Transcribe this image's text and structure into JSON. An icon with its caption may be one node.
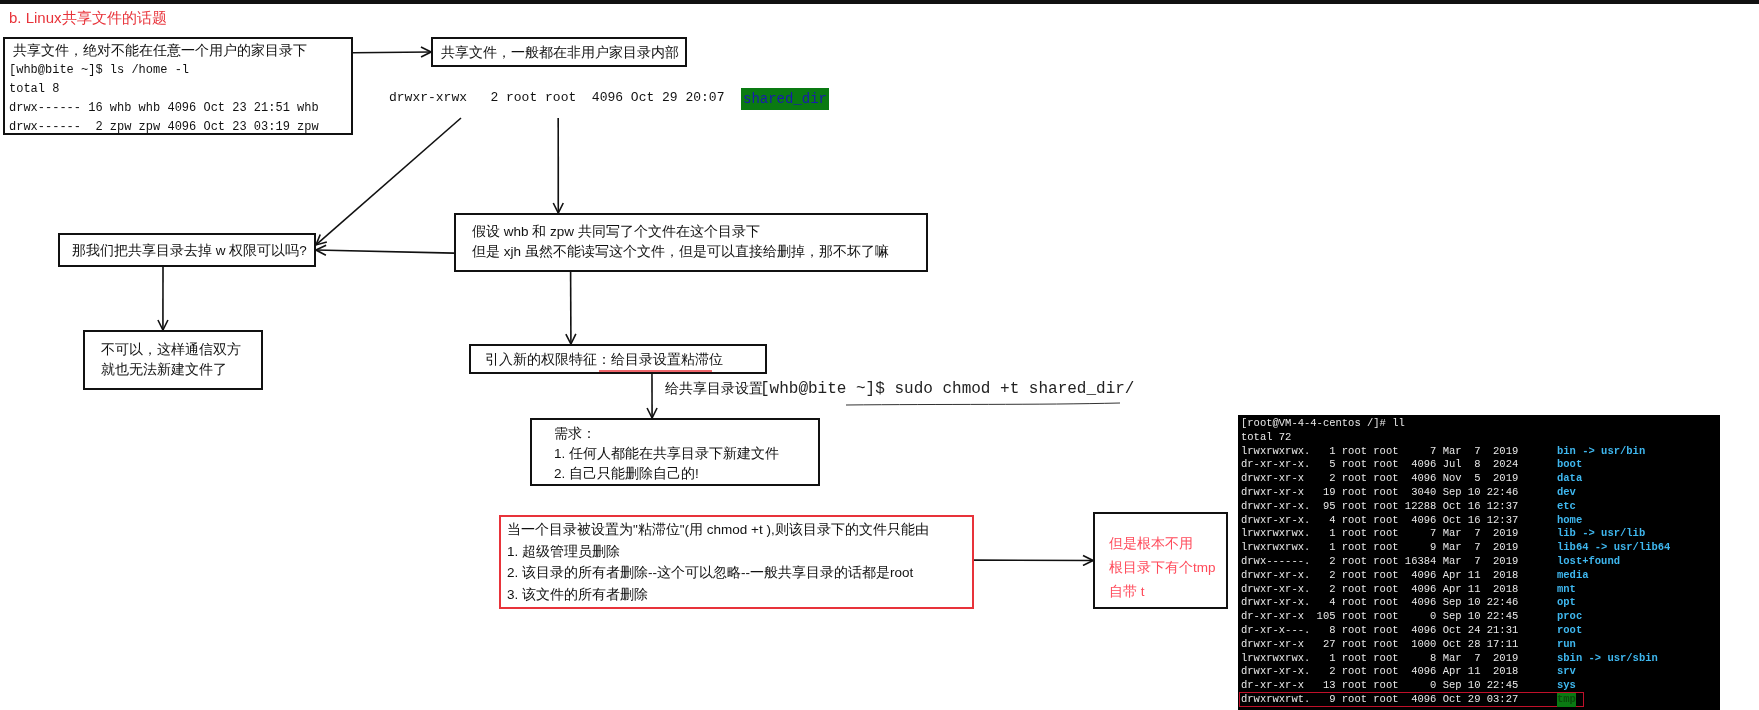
{
  "diagram": {
    "title": "b. Linux共享文件的话题",
    "nodes": [
      {
        "text": [
          "共享文件，绝对不能在任意一个用户的家目录下",
          "[whb@bite ~]$ ls /home -l",
          "total 8",
          "drwx------ 16 whb whb 4096 Oct 23 21:51 whb",
          "drwx------  2 zpw zpw 4096 Oct 23 03:19 zpw"
        ]
      },
      {
        "text": [
          "共享文件，一般都在非用户家目录内部"
        ]
      },
      {
        "text": [
          "drwxr-xrwx   2 root root  4096 Oct 29 20:07",
          "shared_dir"
        ]
      },
      {
        "text": [
          "那我们把共享目录去掉 w 权限可以吗?"
        ]
      },
      {
        "text": [
          "假设 whb 和 zpw 共同写了个文件在这个目录下",
          "但是 xjh 虽然不能读写这个文件，但是可以直接给删掉，那不坏了嘛"
        ]
      },
      {
        "text": [
          "不可以，这样通信双方就也无法新建文件了"
        ]
      },
      {
        "text": [
          "引入新的权限特征：给目录设置粘滞位"
        ]
      },
      {
        "text": [
          "需求：",
          "1. 任何人都能在共享目录下新建文件",
          "2. 自己只能删除自己的!"
        ]
      },
      {
        "text": [
          "当一个目录被设置为\"粘滞位\"(用 chmod +t ),则该目录下的文件只能由",
          "1. 超级管理员删除",
          "2. 该目录的所有者删除--这个可以忽略--一般共享目录的话都是root",
          "3. 该文件的所有者删除"
        ]
      },
      {
        "text": [
          "但是根本不用",
          "根目录下有个tmp",
          "自带 t"
        ]
      }
    ],
    "edges": [
      {
        "from": 0,
        "to": 1,
        "arrow": "to"
      },
      {
        "from": 2,
        "to": 3,
        "arrow": "to"
      },
      {
        "from": 2,
        "to": 4,
        "arrow": "to"
      },
      {
        "from": 4,
        "to": 3,
        "arrow": "to"
      },
      {
        "from": 3,
        "to": 5,
        "arrow": "to"
      },
      {
        "from": 4,
        "to": 6,
        "arrow": "to"
      },
      {
        "from": 6,
        "to": 7,
        "arrow": "to",
        "label": "给共享目录设置"
      },
      {
        "from": 8,
        "to": 9,
        "arrow": "to"
      }
    ],
    "labels": [
      "[whb@bite ~]$ sudo chmod +t shared_dir/",
      "[root@VM-4-4-centos /]# ll",
      "total 72",
      "lrwxrwxrwx.   1 root root     7 Mar  7  2019",
      "bin -> usr/bin",
      "dr-xr-xr-x.   5 root root  4096 Jul  8  2024",
      "boot",
      "drwxr-xr-x    2 root root  4096 Nov  5  2019",
      "data",
      "drwxr-xr-x   19 root root  3040 Sep 10 22:46",
      "dev",
      "drwxr-xr-x.  95 root root 12288 Oct 16 12:37",
      "etc",
      "drwxr-xr-x.   4 root root  4096 Oct 16 12:37",
      "home",
      "lrwxrwxrwx.   1 root root     7 Mar  7  2019",
      "lib -> usr/lib",
      "lrwxrwxrwx.   1 root root     9 Mar  7  2019",
      "lib64 -> usr/lib64",
      "drwx------.   2 root root 16384 Mar  7  2019",
      "lost+found",
      "drwxr-xr-x.   2 root root  4096 Apr 11  2018",
      "media",
      "drwxr-xr-x.   2 root root  4096 Apr 11  2018",
      "mnt",
      "drwxr-xr-x.   4 root root  4096 Sep 10 22:46",
      "opt",
      "dr-xr-xr-x  105 root root     0 Sep 10 22:45",
      "proc",
      "dr-xr-x---.   8 root root  4096 Oct 24 21:31",
      "root",
      "drwxr-xr-x   27 root root  1000 Oct 28 17:11",
      "run",
      "lrwxrwxrwx.   1 root root     8 Mar  7  2019",
      "sbin -> usr/sbin",
      "drwxr-xr-x.   2 root root  4096 Apr 11  2018",
      "srv",
      "dr-xr-xr-x   13 root root     0 Sep 10 22:45",
      "sys",
      "drwxrwxrwt.   9 root root  4096 Oct 29 03:27",
      "tmp"
    ]
  }
}
